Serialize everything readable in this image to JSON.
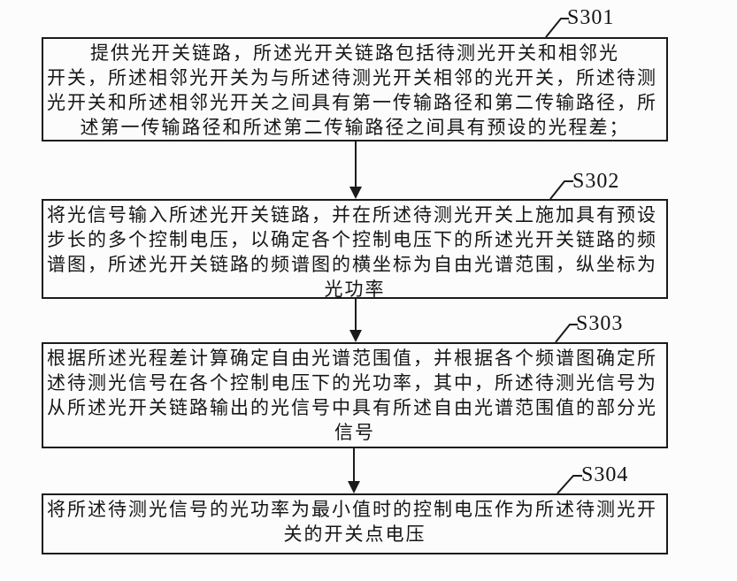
{
  "figure": {
    "background_color": "#fcfcfc",
    "ink_color": "#1b1b1b"
  },
  "steps": [
    {
      "label": "S301",
      "lines": [
        "提供光开关链路，所述光开关链路包括待测光开关和相邻光",
        "开关，所述相邻光开关为与所述待测光开关相邻的光开关，所述待测",
        "光开关和所述相邻光开关之间具有第一传输路径和第二传输路径，所",
        "述第一传输路径和所述第二传输路径之间具有预设的光程差；"
      ]
    },
    {
      "label": "S302",
      "lines": [
        "将光信号输入所述光开关链路，并在所述待测光开关上施加具有预设",
        "步长的多个控制电压，以确定各个控制电压下的所述光开关链路的频",
        "谱图，所述光开关链路的频谱图的横坐标为自由光谱范围，纵坐标为",
        "光功率"
      ]
    },
    {
      "label": "S303",
      "lines": [
        "根据所述光程差计算确定自由光谱范围值，并根据各个频谱图确定所",
        "述待测光信号在各个控制电压下的光功率，其中，所述待测光信号为",
        "从所述光开关链路输出的光信号中具有所述自由光谱范围值的部分光",
        "信号"
      ]
    },
    {
      "label": "S304",
      "lines": [
        "将所述待测光信号的光功率为最小值时的控制电压作为所述待测光开",
        "关的开关点电压"
      ]
    }
  ]
}
